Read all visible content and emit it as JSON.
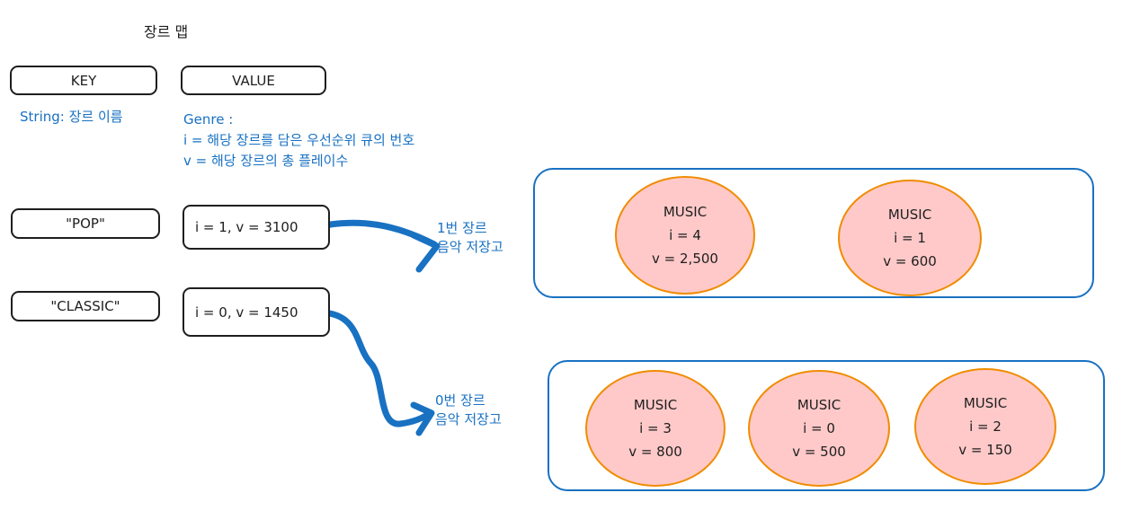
{
  "title": "장르 맵",
  "header": {
    "key": "KEY",
    "value": "VALUE"
  },
  "legend": {
    "key_type": "String: 장르 이름",
    "value_type": "Genre :",
    "line_i": "i = 해당 장르를 담은 우선순위 큐의 번호",
    "line_v": "v = 해당 장르의 총 플레이수"
  },
  "entries": [
    {
      "key": "\"POP\"",
      "value": "i = 1, v = 3100"
    },
    {
      "key": "\"CLASSIC\"",
      "value": "i = 0, v = 1450"
    }
  ],
  "stores": [
    {
      "label_line1": "1번 장르",
      "label_line2": "음악 저장고",
      "items": [
        {
          "name": "MUSIC",
          "i": "i = 4",
          "v": "v = 2,500"
        },
        {
          "name": "MUSIC",
          "i": "i = 1",
          "v": "v = 600"
        }
      ]
    },
    {
      "label_line1": "0번 장르",
      "label_line2": "음악 저장고",
      "items": [
        {
          "name": "MUSIC",
          "i": "i = 3",
          "v": "v = 800"
        },
        {
          "name": "MUSIC",
          "i": "i = 0",
          "v": "v = 500"
        },
        {
          "name": "MUSIC",
          "i": "i = 2",
          "v": "v = 150"
        }
      ]
    }
  ],
  "colors": {
    "stroke": "#1e1e1e",
    "blue": "#1971c2",
    "node_fill": "#ffc9c9",
    "node_stroke": "#f08c00"
  }
}
